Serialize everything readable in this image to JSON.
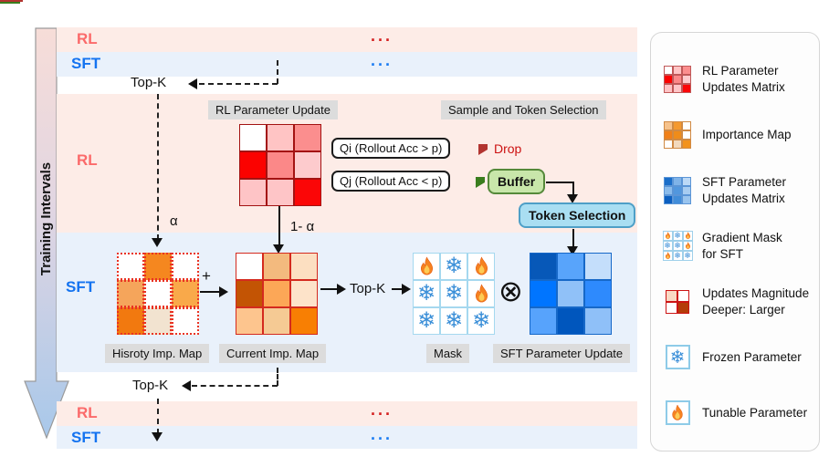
{
  "colors": {
    "rl_accent": "#fb6a6a",
    "sft_accent": "#1473f0",
    "rl_bg": "#fdece7",
    "sft_bg": "#e9f1fb",
    "label_bg": "#dcdcdc",
    "drop_red": "#cc1111",
    "arrow_red": "#b23430",
    "arrow_green": "#3a7d1e",
    "buffer_bg": "#c8e6aa",
    "buffer_border": "#55893a",
    "token_bg": "#a9def2",
    "token_border": "#4e9fc7",
    "snow_blue": "#3b8fd8",
    "dots_rl": "#d42020",
    "dots_sft": "#1b7cf2",
    "legend_border": "#d6d6d6",
    "legend_bg": "#fdfdfd"
  },
  "icons": {
    "otimes": "⊗",
    "snowflake": "❄",
    "flame": "flame-svg"
  },
  "timeline": {
    "label": "Training Intervals"
  },
  "intervals": {
    "rl": "RL",
    "sft": "SFT",
    "dots": "..."
  },
  "flow": {
    "topk": "Top-K",
    "alpha": "α",
    "one_minus_alpha": "1- α",
    "plus": "+",
    "rl_param_update": "RL Parameter Update",
    "sample_and_token": "Sample and Token Selection",
    "qi": "Qi (Rollout Acc > p)",
    "qj": "Qj (Rollout Acc < p)",
    "drop": "Drop",
    "buffer": "Buffer",
    "token_selection": "Token Selection",
    "history_map": "Hisroty Imp. Map",
    "current_map": "Current Imp. Map",
    "mask": "Mask",
    "sft_param_update": "SFT Parameter Update"
  },
  "matrices": {
    "rl_update": {
      "cell": 30,
      "cellBorder": "1.5px solid #a31212",
      "cells": [
        [
          "#ffffff",
          "#ffc4c4",
          "#fb8e8e"
        ],
        [
          "#fb0200",
          "#fb8888",
          "#fdcbcd"
        ],
        [
          "#fec4c6",
          "#fec5c7",
          "#fb0607"
        ]
      ]
    },
    "history_imp": {
      "cell": 30,
      "cellBorder": "2px dotted #e93323",
      "cells": [
        [
          "#ffffff",
          "#f5871f",
          "#ffffff"
        ],
        [
          "#f5a55b",
          "#ffffff",
          "#f9a94a"
        ],
        [
          "#f2790f",
          "#f2e3d0",
          "#ffffff"
        ]
      ]
    },
    "current_imp": {
      "cell": 30,
      "cellBorder": "1.5px solid #d42a1e",
      "cells": [
        [
          "#ffffff",
          "#f3ba7e",
          "#fcdfc1"
        ],
        [
          "#c35404",
          "#fca757",
          "#fde3c9"
        ],
        [
          "#fdc58e",
          "#f5ca94",
          "#f87f03"
        ]
      ]
    },
    "sft_update": {
      "cell": 30,
      "cellBorder": "1px solid #1668c8",
      "cells": [
        [
          "#0758b8",
          "#58a4fb",
          "#c4defb"
        ],
        [
          "#0075ff",
          "#90c1f8",
          "#2e8afd"
        ],
        [
          "#57a3fc",
          "#0056bd",
          "#8fc0f8"
        ]
      ]
    },
    "mask": {
      "cell": 30,
      "cellBorder": "1.5px solid #a5d8ef",
      "cells": [
        [
          "fire",
          "snow",
          "fire"
        ],
        [
          "snow",
          "snow",
          "fire"
        ],
        [
          "snow",
          "snow",
          "snow"
        ]
      ]
    },
    "mini_rl": {
      "cell": 10,
      "cellBorder": "1px solid #c05858",
      "cells": [
        [
          "#ffffff",
          "#ffc4c4",
          "#fb8e8e"
        ],
        [
          "#fb0200",
          "#fb8888",
          "#fdcbcd"
        ],
        [
          "#fec4c6",
          "#fec5c7",
          "#fb0607"
        ]
      ]
    },
    "mini_imp": {
      "cell": 10,
      "cellBorder": "1px solid #d08a44",
      "cells": [
        [
          "#f6c28b",
          "#f5992e",
          "#ffffff"
        ],
        [
          "#f08018",
          "#ef8c1a",
          "#ffffff"
        ],
        [
          "#ffffff",
          "#f2d9bd",
          "#f2921c"
        ]
      ]
    },
    "mini_sft": {
      "cell": 10,
      "cellBorder": "1px solid #5b95d6",
      "cells": [
        [
          "#1a6ec9",
          "#7fb3e8",
          "#bcd9f6"
        ],
        [
          "#8abbeb",
          "#5197de",
          "#a7ccf1"
        ],
        [
          "#0c5fc0",
          "#418dd9",
          "#99c4ee"
        ]
      ]
    },
    "mini_mask": {
      "cell": 11,
      "cellBorder": "1px solid #9fd0ea",
      "cells": [
        [
          "fire",
          "snow",
          "fire"
        ],
        [
          "snow",
          "snow",
          "fire"
        ],
        [
          "fire",
          "snow",
          "snow"
        ]
      ]
    },
    "mini_mag": {
      "cell": 13,
      "cellBorder": "1.5px solid #cc1414",
      "cells": [
        [
          "#f9d9c4",
          "#ffffff"
        ],
        [
          "#ffffff",
          "#b43c09"
        ]
      ]
    }
  },
  "legend": {
    "items": [
      {
        "kind": "matrix",
        "matrix": "mini_rl",
        "line1": "RL Parameter",
        "line2": "Updates Matrix"
      },
      {
        "kind": "matrix",
        "matrix": "mini_imp",
        "line1": "Importance Map",
        "line2": ""
      },
      {
        "kind": "matrix",
        "matrix": "mini_sft",
        "line1": "SFT Parameter",
        "line2": "Updates Matrix"
      },
      {
        "kind": "mask",
        "matrix": "mini_mask",
        "line1": "Gradient Mask",
        "line2": "for SFT"
      },
      {
        "kind": "matrix",
        "matrix": "mini_mag",
        "line1": "Updates Magnitude",
        "line2": "Deeper: Larger"
      },
      {
        "kind": "snow",
        "line1": "Frozen Parameter",
        "line2": ""
      },
      {
        "kind": "fire",
        "line1": "Tunable Parameter",
        "line2": ""
      }
    ]
  }
}
